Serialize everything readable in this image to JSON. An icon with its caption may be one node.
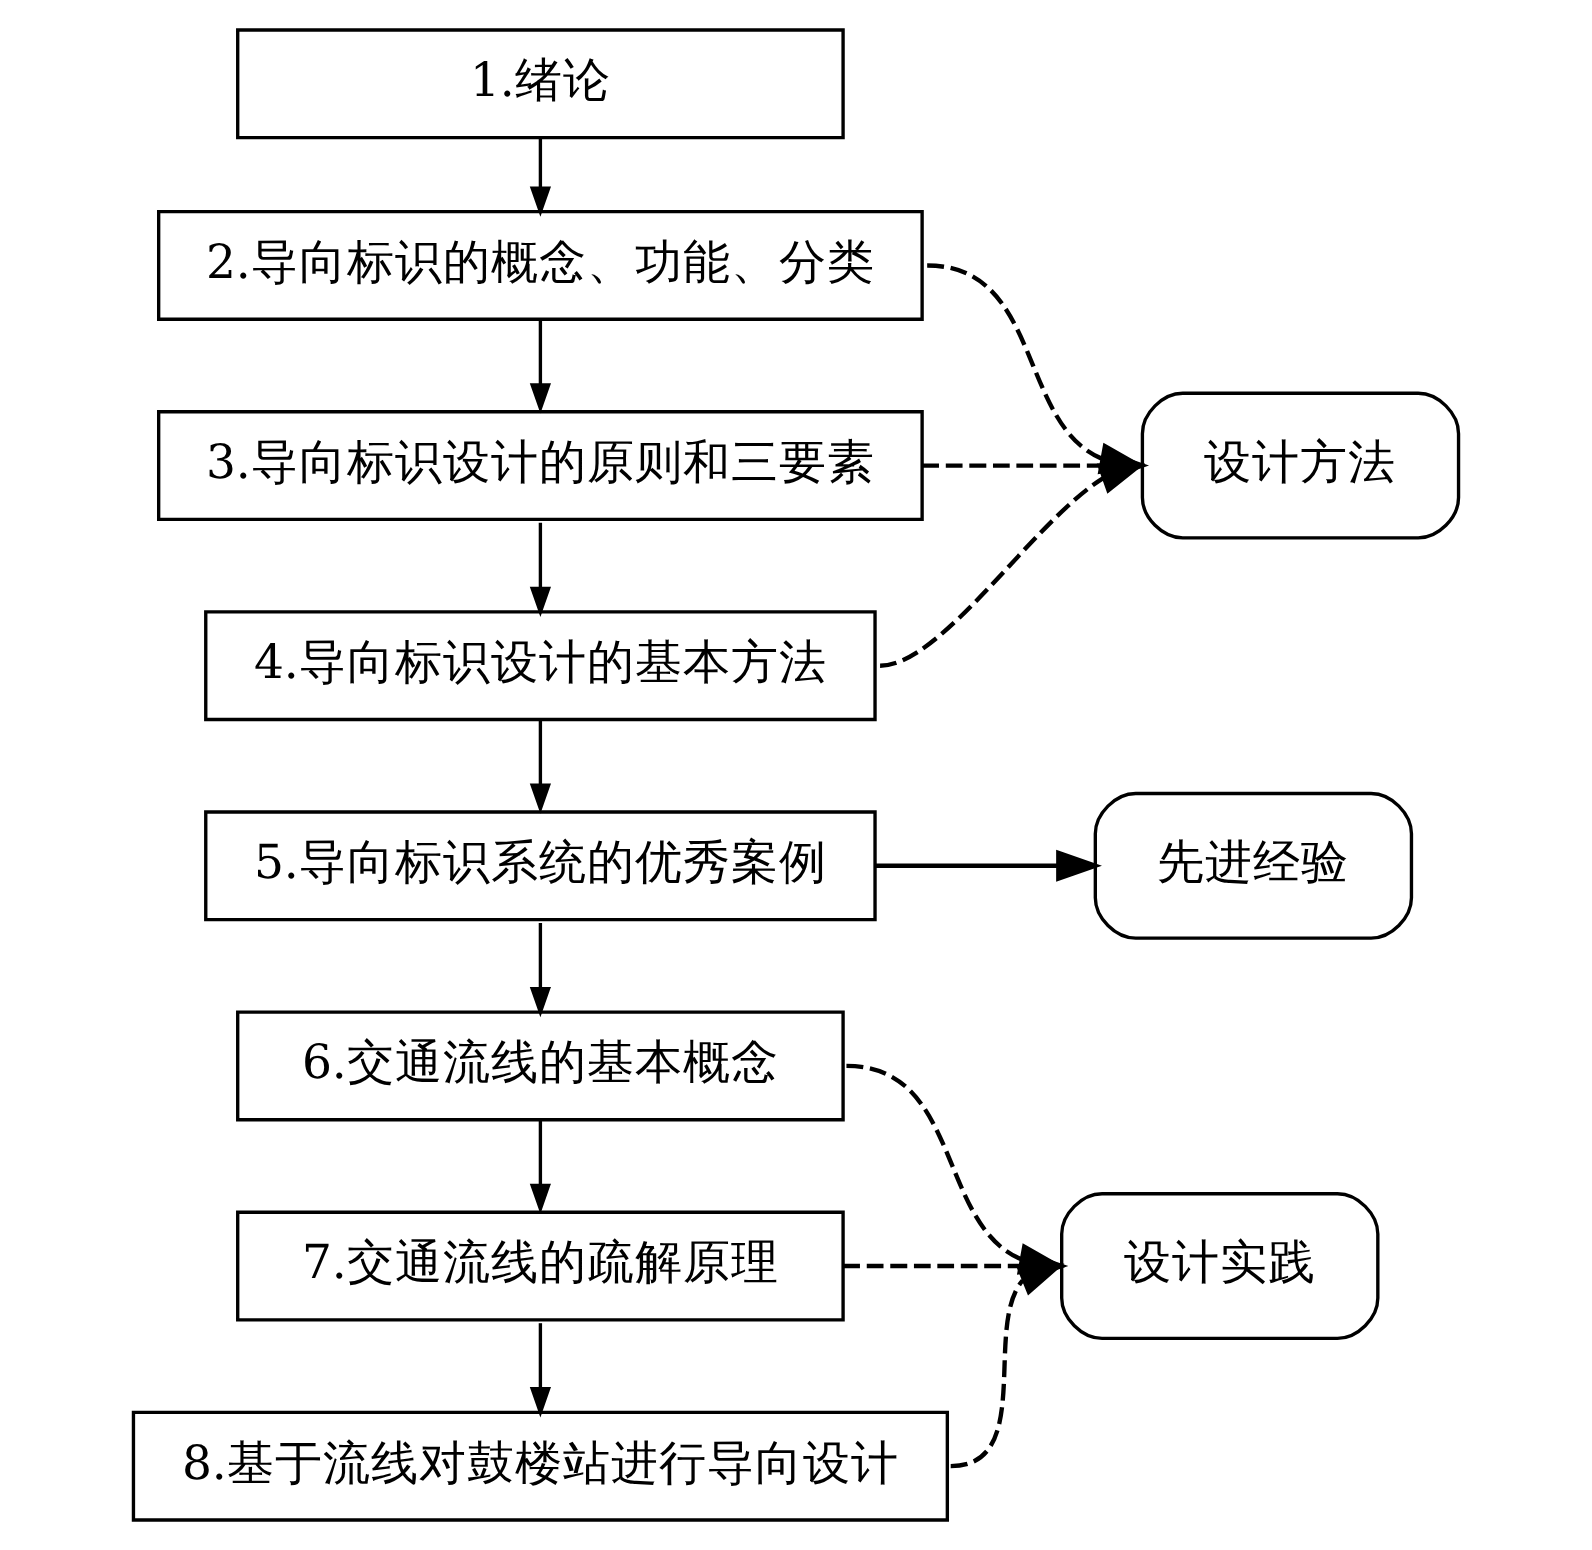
{
  "diagram": {
    "nodes": [
      {
        "text": [
          "1.绪论"
        ]
      },
      {
        "text": [
          "2.导向标识的概念、功能、分类"
        ]
      },
      {
        "text": [
          "3.导向标识设计的原则和三要素"
        ]
      },
      {
        "text": [
          "4.导向标识设计的基本方法"
        ]
      },
      {
        "text": [
          "5.导向标识系统的优秀案例"
        ]
      },
      {
        "text": [
          "6.交通流线的基本概念"
        ]
      },
      {
        "text": [
          "7.交通流线的疏解原理"
        ]
      },
      {
        "text": [
          "8.基于流线对鼓楼站进行导向设计"
        ]
      },
      {
        "text": [
          "设计方法"
        ]
      },
      {
        "text": [
          "先进经验"
        ]
      },
      {
        "text": [
          "设计实践"
        ]
      }
    ],
    "edges": [
      {
        "from": 0,
        "to": 1,
        "arrow": "to"
      },
      {
        "from": 1,
        "to": 2,
        "arrow": "to"
      },
      {
        "from": 2,
        "to": 3,
        "arrow": "to"
      },
      {
        "from": 3,
        "to": 4,
        "arrow": "to"
      },
      {
        "from": 4,
        "to": 5,
        "arrow": "to"
      },
      {
        "from": 5,
        "to": 6,
        "arrow": "to"
      },
      {
        "from": 6,
        "to": 7,
        "arrow": "to"
      },
      {
        "from": 1,
        "to": 8,
        "arrow": "to",
        "style": "dashed"
      },
      {
        "from": 2,
        "to": 8,
        "arrow": "to",
        "style": "dashed"
      },
      {
        "from": 3,
        "to": 8,
        "arrow": "to",
        "style": "dashed"
      },
      {
        "from": 4,
        "to": 9,
        "arrow": "to"
      },
      {
        "from": 5,
        "to": 10,
        "arrow": "to",
        "style": "dashed"
      },
      {
        "from": 6,
        "to": 10,
        "arrow": "to",
        "style": "dashed"
      },
      {
        "from": 7,
        "to": 10,
        "arrow": "to",
        "style": "dashed"
      }
    ]
  }
}
